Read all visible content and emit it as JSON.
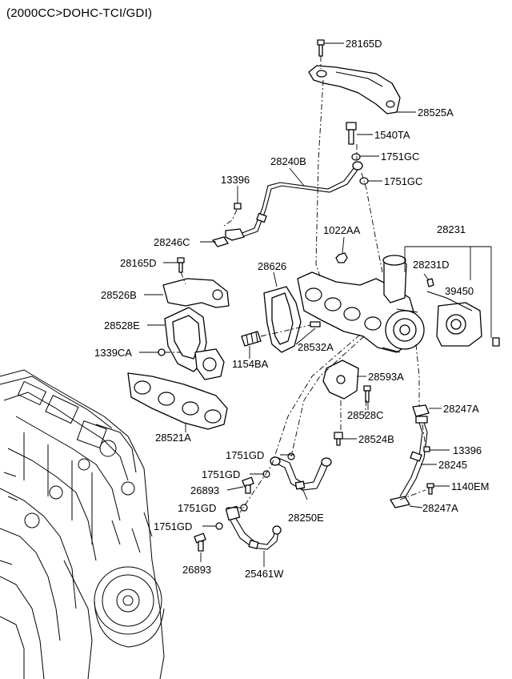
{
  "title": "(2000CC>DOHC-TCI/GDI)",
  "labels": {
    "l_28165D_top": "28165D",
    "l_28525A": "28525A",
    "l_1540TA": "1540TA",
    "l_1751GC_a": "1751GC",
    "l_28240B": "28240B",
    "l_1751GC_b": "1751GC",
    "l_13396_a": "13396",
    "l_28246C": "28246C",
    "l_1022AA": "1022AA",
    "l_28231": "28231",
    "l_28165D_mid": "28165D",
    "l_28626": "28626",
    "l_28231D": "28231D",
    "l_28526B": "28526B",
    "l_39450": "39450",
    "l_28528E": "28528E",
    "l_28532A": "28532A",
    "l_1339CA": "1339CA",
    "l_1154BA": "1154BA",
    "l_28593A": "28593A",
    "l_28247A_a": "28247A",
    "l_28528C": "28528C",
    "l_28521A": "28521A",
    "l_28524B": "28524B",
    "l_13396_b": "13396",
    "l_1751GD_a": "1751GD",
    "l_28245": "28245",
    "l_1751GD_b": "1751GD",
    "l_1140EM": "1140EM",
    "l_26893_a": "26893",
    "l_28247A_b": "28247A",
    "l_1751GD_c": "1751GD",
    "l_28250E": "28250E",
    "l_1751GD_d": "1751GD",
    "l_26893_b": "26893",
    "l_25461W": "25461W"
  }
}
